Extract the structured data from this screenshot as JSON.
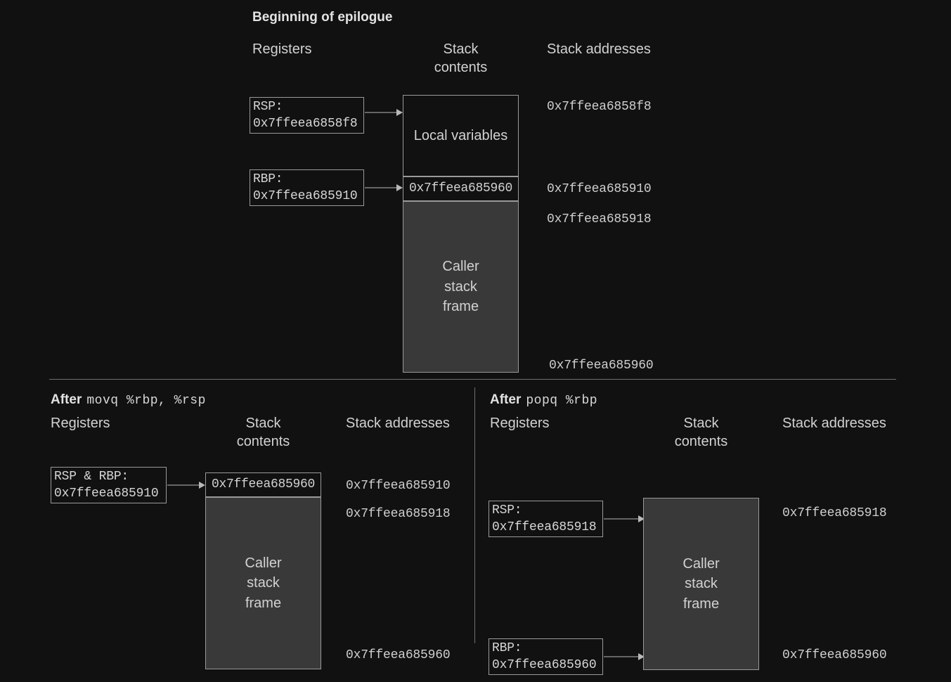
{
  "background_color": "#111111",
  "text_color": "#cccccc",
  "box_border_color": "#9a9a9a",
  "frame_fill_color": "#393939",
  "panels": [
    {
      "id": "beginning-of-epilogue",
      "title": "Beginning of epilogue",
      "title_mono": "",
      "columns": {
        "registers": "Registers",
        "stack_contents": "Stack\ncontents",
        "stack_addresses": "Stack addresses"
      },
      "registers": [
        {
          "name": "RSP:",
          "value": "0x7ffeea6858f8"
        },
        {
          "name": "RBP:",
          "value": "0x7ffeea685910"
        }
      ],
      "stack_cells": [
        {
          "text": "Local variables",
          "style": "dark",
          "mono": false
        },
        {
          "text": "0x7ffeea685960",
          "style": "dark",
          "mono": true
        },
        {
          "text": "Caller\nstack\nframe",
          "style": "gray",
          "mono": false
        }
      ],
      "stack_addresses": [
        "0x7ffeea6858f8",
        "0x7ffeea685910",
        "0x7ffeea685918",
        "0x7ffeea685960"
      ]
    },
    {
      "id": "after-movq",
      "title": "After",
      "title_mono": "movq %rbp, %rsp",
      "columns": {
        "registers": "Registers",
        "stack_contents": "Stack\ncontents",
        "stack_addresses": "Stack addresses"
      },
      "registers": [
        {
          "name": "RSP & RBP:",
          "value": "0x7ffeea685910"
        }
      ],
      "stack_cells": [
        {
          "text": "0x7ffeea685960",
          "style": "dark",
          "mono": true
        },
        {
          "text": "Caller\nstack\nframe",
          "style": "gray",
          "mono": false
        }
      ],
      "stack_addresses": [
        "0x7ffeea685910",
        "0x7ffeea685918",
        "0x7ffeea685960"
      ]
    },
    {
      "id": "after-popq",
      "title": "After",
      "title_mono": "popq %rbp",
      "columns": {
        "registers": "Registers",
        "stack_contents": "Stack\ncontents",
        "stack_addresses": "Stack addresses"
      },
      "registers": [
        {
          "name": "RSP:",
          "value": "0x7ffeea685918"
        },
        {
          "name": "RBP:",
          "value": "0x7ffeea685960"
        }
      ],
      "stack_cells": [
        {
          "text": "Caller\nstack\nframe",
          "style": "gray",
          "mono": false
        }
      ],
      "stack_addresses": [
        "0x7ffeea685918",
        "0x7ffeea685960"
      ]
    }
  ]
}
